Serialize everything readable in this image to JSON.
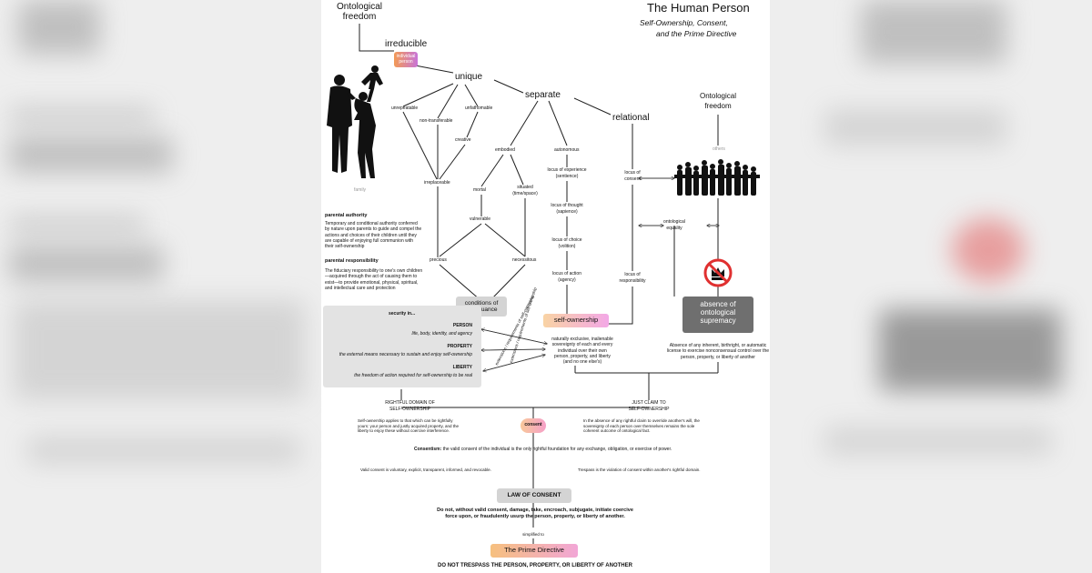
{
  "header": {
    "title": "The Human Person",
    "subtitle_line1": "Self-Ownership, Consent,",
    "subtitle_line2": "and the Prime Directive"
  },
  "nodes": {
    "ontological_freedom_top_1": "Ontological",
    "ontological_freedom_top_2": "freedom",
    "irreducible": "irreducible",
    "individual_person_1": "individual",
    "individual_person_2": "person",
    "unique": "unique",
    "separate": "separate",
    "relational": "relational",
    "ontological_freedom_right_1": "Ontological",
    "ontological_freedom_right_2": "freedom",
    "unrepeatable": "unrepeatable",
    "non_transferable": "non-transferable",
    "unfathomable": "unfathomable",
    "creative": "creative",
    "irreplaceable": "irreplaceable",
    "embodied": "embodied",
    "mortal": "mortal",
    "situated_1": "situated",
    "situated_2": "(time/space)",
    "vulnerable": "vulnerable",
    "precious": "precious",
    "necessitous": "necessitous",
    "autonomous": "autonomous",
    "locus_experience_1": "locus of experience",
    "locus_experience_2": "(sentience)",
    "locus_thought_1": "locus of thought",
    "locus_thought_2": "(sapience)",
    "locus_choice_1": "locus of choice",
    "locus_choice_2": "(volition)",
    "locus_action_1": "locus of action",
    "locus_action_2": "(agency)",
    "locus_consent_1": "locus of",
    "locus_consent_2": "consent",
    "locus_responsibility_1": "locus of",
    "locus_responsibility_2": "responsibility",
    "others": "others",
    "family": "family",
    "ontological_equality_1": "ontological",
    "ontological_equality_2": "equality",
    "conditions_1": "conditions of",
    "conditions_2": "continuance",
    "self_ownership": "self-ownership",
    "absence_1": "absence of",
    "absence_2": "ontological",
    "absence_3": "supremacy",
    "consent": "consent",
    "law_of_consent": "LAW OF CONSENT",
    "prime_directive": "The Prime Directive"
  },
  "parental": {
    "authority_title": "parental authority",
    "authority_text": "Temporary and conditional authority conferred by nature upon parents to guide and compel the actions and choices of their children until they are capable of enjoying full communion with their self-ownership",
    "responsibility_title": "parental responsibility",
    "responsibility_text": "The fiduciary responsibility to one's own children—acquired through the act of causing them to exist—to provide emotional, physical, spiritual, and intellectual care and protection"
  },
  "security": {
    "heading": "security in...",
    "person_label": "PERSON",
    "person_text": "life, body, identity, and agency",
    "property_label": "PROPERTY",
    "property_text": "the external means necessary to sustain and enjoy self-ownership",
    "liberty_label": "LIBERTY",
    "liberty_text": "the freedom of action required for self-ownership to be real",
    "diag_1": "extensions / requirements of self-ownership",
    "diag_2": "extensions / requirements of self-ownership"
  },
  "texts": {
    "self_ownership_desc": "naturally exclusive, inalienable sovereignty of each and every individual over their own person, property, and liberty (and no one else's)",
    "absence_desc": "Absence of any inherent, birthright, or automatic license to exercise nonconsensual control over the person, property, or liberty of another",
    "rightful_domain_1": "RIGHTFUL DOMAIN OF",
    "rightful_domain_2": "SELF-OWNERSHIP",
    "just_claim_1": "JUST CLAIM TO",
    "just_claim_2": "SELF-OWNERSHIP",
    "rightful_desc": "Self-ownership applies to that which can be rightfully yours: your person and justly acquired property, and the liberty to enjoy these without coercive interference.",
    "just_desc": "In the absence of any rightful claim to override another's will, the sovereignty of each person over themselves remains the sole coherent outcome of ontological fact.",
    "consentism_label": "Consentism:",
    "consentism_text": " the valid consent of the individual is the only rightful foundation for any exchange, obligation, or exercise of power.",
    "valid_consent": "Valid consent is voluntary, explicit, transparent, informed, and revocable.",
    "trespass": "Trespass is the violation of consent within another's rightful domain.",
    "law_text_1": "Do not, without valid consent, damage, take, encroach, subjugate, initiate coercive",
    "law_text_2": "force upon, or fraudulently usurp the person, property, or liberty of another.",
    "simplified_to": "simplified to",
    "final": "DO NOT TRESPASS THE PERSON, PROPERTY, OR LIBERTY OF ANOTHER"
  },
  "colors": {
    "individual_gradient": [
      "#f29a55",
      "#c874d8"
    ],
    "self_ownership_gradient": [
      "#f9d3a4",
      "#f3a8e6"
    ],
    "consent_gradient": [
      "#f8c89a",
      "#f6a0c8"
    ],
    "prime_gradient": [
      "#f6c07e",
      "#f2a6d6"
    ],
    "grey_box": "#d4d4d4",
    "dark_box": "#6f6f6f",
    "prohibit_red": "#e03030"
  },
  "icons": [
    "family-silhouette-icon",
    "crowd-silhouette-icon",
    "no-crown-icon"
  ]
}
